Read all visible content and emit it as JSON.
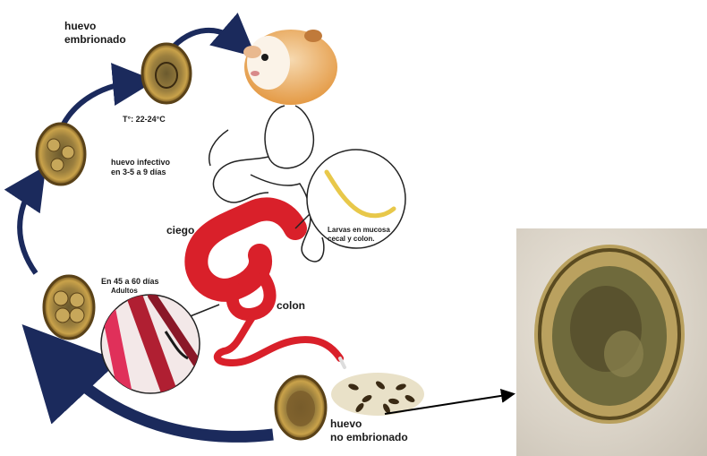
{
  "labels": {
    "huevo_embrionado": "huevo\nembrionado",
    "temperature": "T°: 22-24°C",
    "huevo_infectivo": "huevo infectivo\nen 3-5 a 9 días",
    "ciego": "ciego",
    "colon": "colon",
    "larvas": "Larvas en mucosa\ncecal  y colon.",
    "adultos_days": "En 45 a 60 días",
    "adultos": "Adultos",
    "huevo_no_embrionado": "huevo\nno embrionado"
  },
  "colors": {
    "cycle_arrow": "#1b2a5c",
    "intestine": "#d9202a",
    "egg_shell": "#8a6a2a",
    "egg_inner": "#c8a24a",
    "larva": "#e8c84a",
    "worm": "#c0263a"
  }
}
